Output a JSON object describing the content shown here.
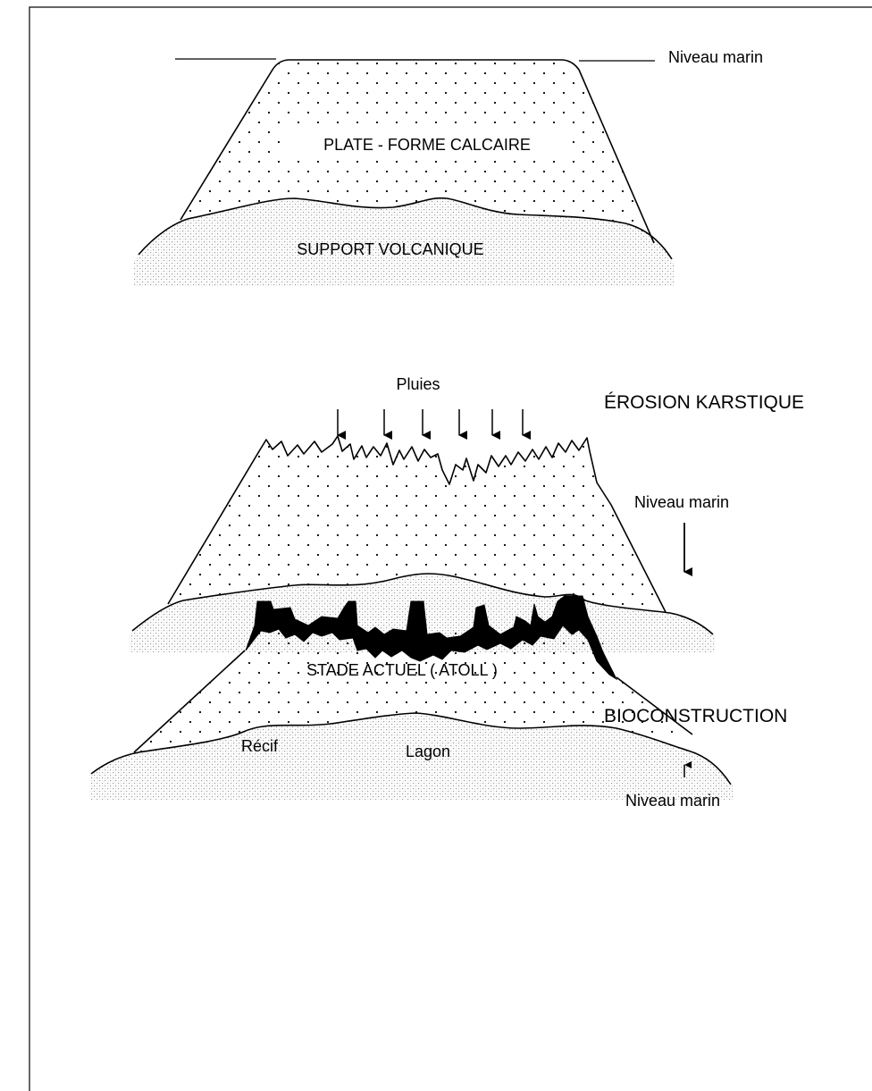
{
  "stage1": {
    "sea_level_label": "Niveau marin",
    "platform_label": "PLATE - FORME CALCAIRE",
    "base_label": "SUPPORT VOLCANIQUE"
  },
  "stage2": {
    "process_title": "ÉROSION KARSTIQUE",
    "rain_label": "Pluies",
    "sea_level_label": "Niveau marin",
    "sea_level_trend": "falling"
  },
  "stage3": {
    "process_title": "BIOCONSTRUCTION",
    "reef_label": "Récif",
    "lagoon_label": "Lagon",
    "sea_level_label": "Niveau marin",
    "sea_level_trend": "rising",
    "platform_label": "STADE ACTUEL ( ATOLL )"
  },
  "colors": {
    "ink": "#000000",
    "background": "#ffffff",
    "stipple": "#9a9a9a"
  }
}
